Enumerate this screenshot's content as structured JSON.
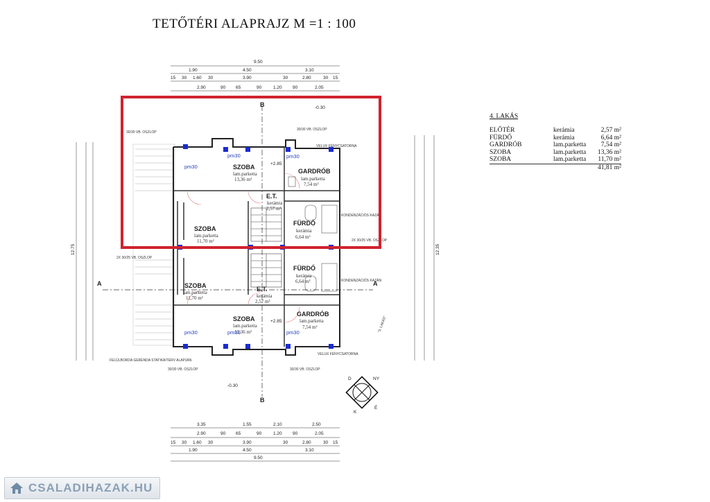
{
  "title": "TETŐTÉRI ALAPRAJZ M =1 : 100",
  "apartment_table": {
    "heading": "4. LAKÁS",
    "rows": [
      {
        "room": "ELŐTÉR",
        "material": "kerámia",
        "area": "2,57 m²"
      },
      {
        "room": "FÜRDŐ",
        "material": "kerámia",
        "area": "6,64 m²"
      },
      {
        "room": "GARDRÓB",
        "material": "lam.parketta",
        "area": "7,54 m²"
      },
      {
        "room": "SZOBA",
        "material": "lam.parketta",
        "area": "13,36 m²"
      },
      {
        "room": "SZOBA",
        "material": "lam.parketta",
        "area": "11,70 m²"
      }
    ],
    "total": "41,81 m²"
  },
  "rooms": {
    "szoba_top": {
      "name": "SZOBA",
      "material": "lam.parketta",
      "area": "13,36 m²"
    },
    "gardrob_top": {
      "name": "GARDRÓB",
      "material": "lam.parketta",
      "area": "7,54 m²"
    },
    "et_top": {
      "name": "E.T.",
      "material": "kerámia",
      "area": "2,57 m²"
    },
    "furdo_top": {
      "name": "FÜRDŐ",
      "material": "kerámia",
      "area": "6,64 m²"
    },
    "szoba_mid_top": {
      "name": "SZOBA",
      "material": "lam.parketta",
      "area": "11,70 m²"
    },
    "furdo_bot": {
      "name": "FÜRDŐ",
      "material": "kerámia",
      "area": "6,64 m²"
    },
    "szoba_mid_bot": {
      "name": "SZOBA",
      "material": "lam.parketta",
      "area": "11,70 m²"
    },
    "et_bot": {
      "name": "E.T.",
      "material": "kerámia",
      "area": "2,57 m²"
    },
    "szoba_bot": {
      "name": "SZOBA",
      "material": "lam.parketta",
      "area": "13,36 m²"
    },
    "gardrob_bot": {
      "name": "GARDRÓB",
      "material": "lam.parketta",
      "area": "7,54 m²"
    }
  },
  "dimensions": {
    "top_total": "9.50",
    "top_row1": [
      "1.90",
      "4.50",
      "3.10"
    ],
    "top_row2": [
      "15",
      "30",
      "1.60",
      "30",
      "3.90",
      "30",
      "2.80",
      "30",
      "15"
    ],
    "top_row3": [
      "2.90",
      "90",
      "65",
      "90",
      "1.20",
      "90",
      "2.05"
    ],
    "bottom_row0": [
      "3.35",
      "1.55",
      "2.10",
      "2.50"
    ],
    "bottom_row1": [
      "2.90",
      "90",
      "65",
      "90",
      "1.20",
      "90",
      "2.05"
    ],
    "bottom_row2": [
      "15",
      "30",
      "1.60",
      "30",
      "3.90",
      "30",
      "2.80",
      "30",
      "15"
    ],
    "bottom_row3": [
      "1.90",
      "4.50",
      "3.10"
    ],
    "bottom_total": "9.50",
    "left_total": "12.75",
    "right_total": "12.35"
  },
  "annotations": {
    "section_a": "A",
    "section_b": "B",
    "level_top": "-0.30",
    "level_bottom": "-0.30",
    "level_285": "+2.85",
    "pillar": "30/30 VB. OSZLOP",
    "pillar2": "2X 30/25 VB. OSZLOP",
    "velux": "VELUX FÉNYCSATORNA",
    "kazan": "KONDENZÁCIÓS KAZÁN",
    "neighbor": "\"3. LAKÁS\"",
    "beam": "FELÜLBORDA GERENDA STATIKAITERV ALAPJÁN",
    "pm30": "pm30"
  },
  "compass": {
    "d": "D",
    "k": "K",
    "e": "É",
    "ny": "NY"
  },
  "highlight_color": "#d0232f",
  "logo": {
    "text": "CSALADIHAZAK.HU"
  }
}
